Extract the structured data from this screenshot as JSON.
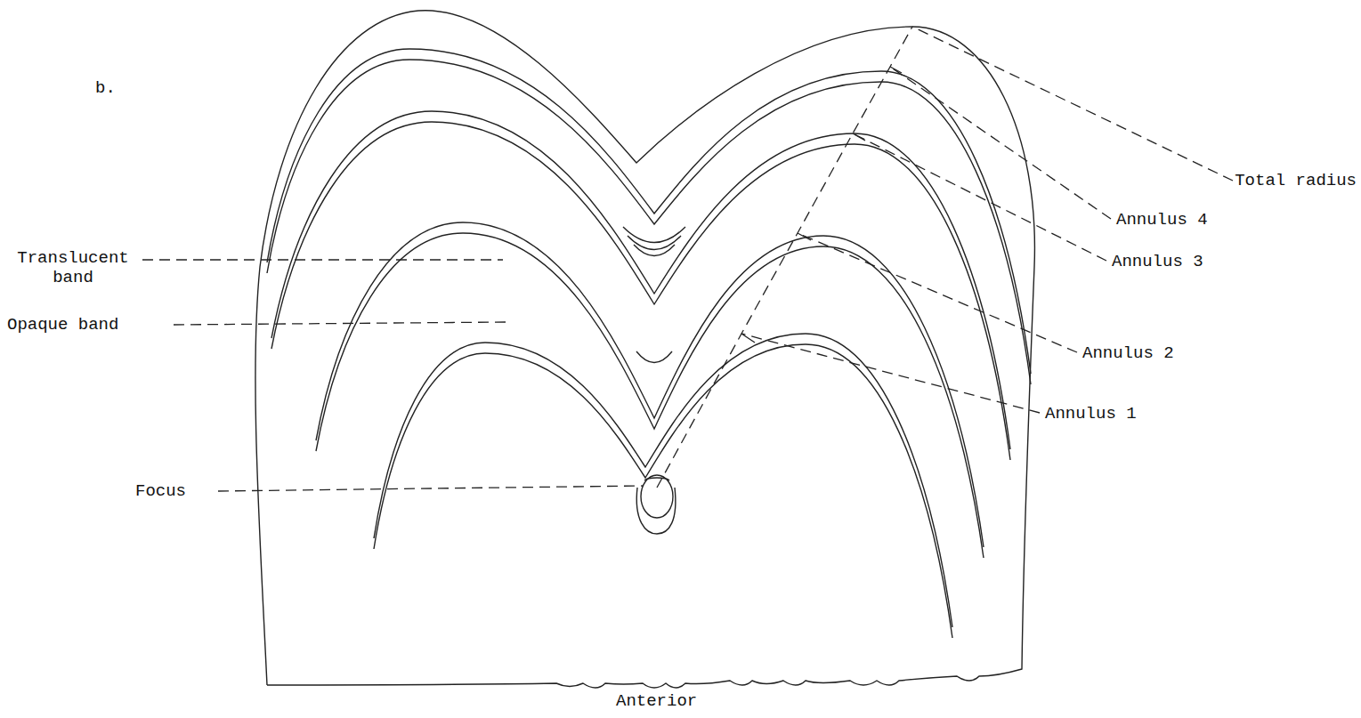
{
  "diagram": {
    "labels": [
      "b.",
      "Total radius",
      "Annulus 4",
      "Annulus 3",
      "Translucent band",
      "Annulus 2",
      "Opaque band",
      "Annulus 1",
      "Focus",
      "Anterior"
    ]
  }
}
